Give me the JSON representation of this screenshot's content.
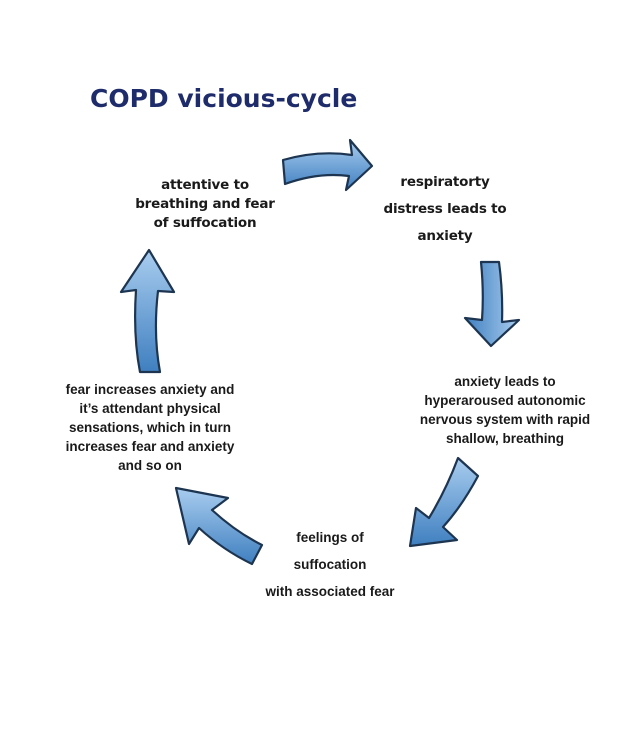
{
  "title": "COPD vicious-cycle",
  "nodes": {
    "n1": [
      "attentive to",
      "breathing and  fear",
      "of suffocation"
    ],
    "n2": [
      "respiratorty",
      "distress leads to",
      "anxiety"
    ],
    "n3": [
      "anxiety leads to",
      "hyperaroused autonomic",
      "nervous system with rapid",
      "shallow, breathing"
    ],
    "n4": [
      "feelings of",
      "suffocation",
      "with associated fear"
    ],
    "n5": [
      "fear increases anxiety and",
      "it’s attendant physical",
      "sensations, which in turn",
      "increases  fear and anxiety",
      "and so on"
    ]
  },
  "colors": {
    "title": "#1f2c6b",
    "arrow_fill_dark": "#3f7fc0",
    "arrow_fill_light": "#a9cdef",
    "arrow_stroke": "#1d3550"
  }
}
